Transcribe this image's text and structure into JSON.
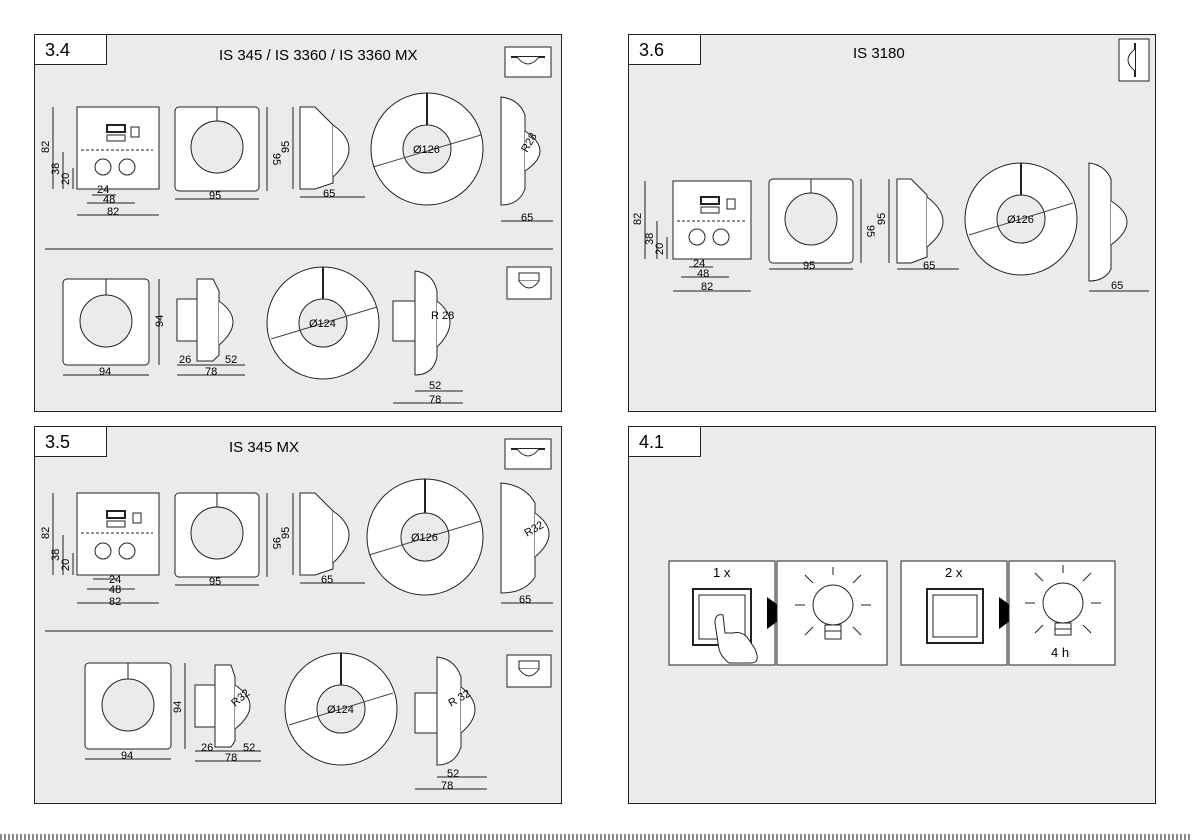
{
  "panels": {
    "p34": {
      "tag": "3.4",
      "title": "IS 345 / IS 3360 / IS 3360 MX"
    },
    "p36": {
      "tag": "3.6",
      "title": "IS 3180"
    },
    "p35": {
      "tag": "3.5",
      "title": "IS 345 MX"
    },
    "p41": {
      "tag": "4.1",
      "title": ""
    }
  },
  "dims": {
    "d82": "82",
    "d38": "38",
    "d20": "20",
    "d24": "24",
    "d48": "48",
    "d95": "95",
    "d65": "65",
    "d94": "94",
    "d26": "26",
    "d52": "52",
    "d78": "78",
    "dia126": "Ø126",
    "dia124": "Ø124",
    "r28": "R28",
    "r28s": "R 28",
    "r32": "R32",
    "r32s": "R 32"
  },
  "steps": {
    "one": "1 x",
    "two": "2 x",
    "duration": "4 h"
  }
}
